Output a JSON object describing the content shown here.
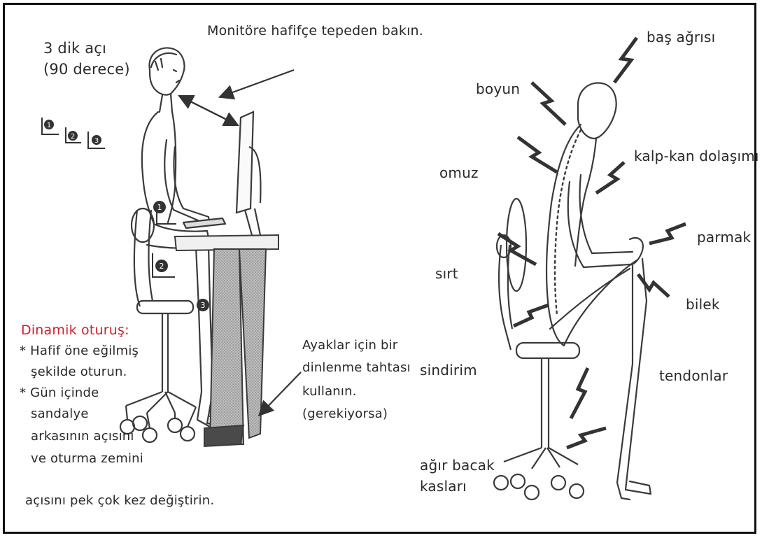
{
  "left_panel": {
    "angle_title_line1": "3 dik açı",
    "angle_title_line2": "(90 derece)",
    "angle_icons": [
      "1",
      "2",
      "3"
    ],
    "monitor_note": "Monitöre hafifçe tepeden bakın.",
    "body_markers": [
      "1",
      "2",
      "3"
    ],
    "dynamic_title": "Dinamik oturuş:",
    "dynamic_lines": [
      "* Hafif öne eğilmiş",
      "şekilde oturun.",
      "* Gün içinde",
      "sandalye",
      "arkasının açısını",
      "ve oturma zemini",
      "açısını pek çok kez değiştirin."
    ],
    "footrest_lines": [
      "Ayaklar için bir",
      "dinlenme tahtası",
      "kullanın.",
      "(gerekiyorsa)"
    ]
  },
  "right_panel": {
    "labels": {
      "head": "baş ağrısı",
      "neck": "boyun",
      "circulation": "kalp-kan dolaşımı",
      "shoulder": "omuz",
      "finger": "parmak",
      "back": "sırt",
      "wrist": "bilek",
      "digestion": "sindirim",
      "tendons": "tendonlar",
      "legs_line1": "ağır bacak",
      "legs_line2": "kasları"
    }
  },
  "colors": {
    "ink": "#2a2a2a",
    "accent_red": "#d0202c",
    "desk_gray": "#9a9a9a",
    "background": "#ffffff"
  }
}
